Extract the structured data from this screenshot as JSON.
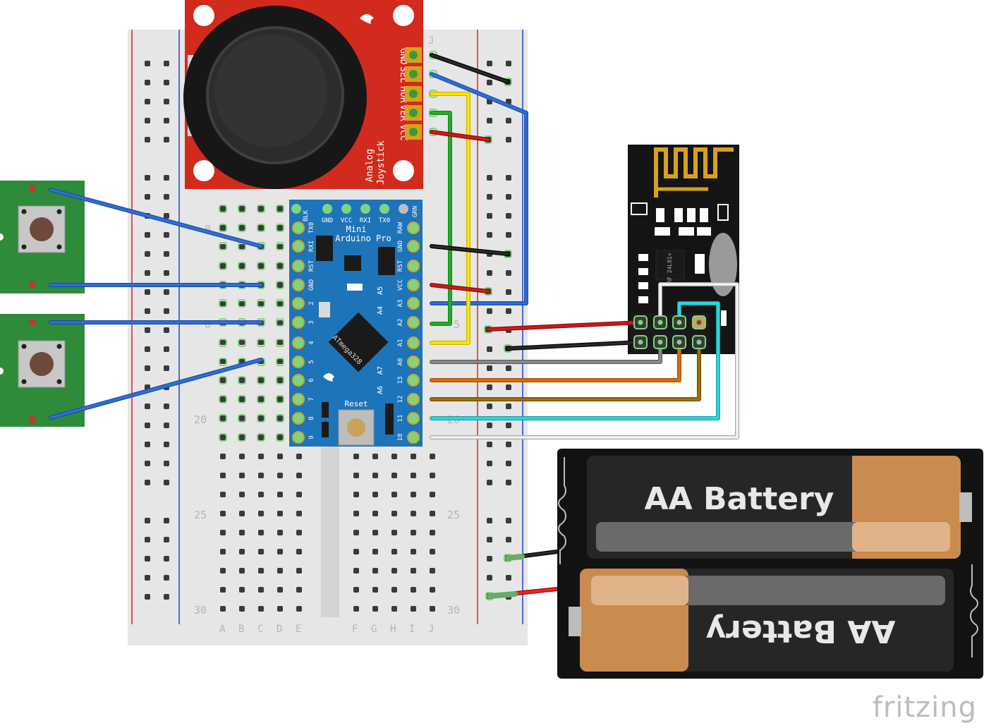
{
  "breadboard": {
    "row_labels": [
      "20",
      "25",
      "30"
    ],
    "row_labels_right": [
      "20",
      "25",
      "30"
    ],
    "row_label_partial": [
      "0",
      "0",
      "5"
    ],
    "column_labels": [
      "A",
      "B",
      "C",
      "D",
      "E",
      "F",
      "G",
      "H",
      "I",
      "J"
    ],
    "top_column_label": "J"
  },
  "joystick": {
    "pins": [
      "GND",
      "SEL",
      "HOR",
      "VER",
      "VCC"
    ],
    "name_line1": "Analog",
    "name_line2": "Joystick"
  },
  "arduino": {
    "name_line1": "Mini",
    "name_line2": "Arduino Pro",
    "top_pins": [
      "BLK",
      "GND",
      "VCC",
      "RXI",
      "TX0",
      "GRN"
    ],
    "left_pins": [
      "TX0",
      "RXI",
      "RST",
      "GND",
      "2",
      "3",
      "4",
      "5",
      "6",
      "7",
      "8",
      "9"
    ],
    "right_pins": [
      "RAW",
      "GND",
      "RST",
      "VCC",
      "A3",
      "A2",
      "A1",
      "A0",
      "13",
      "12",
      "11",
      "10"
    ],
    "inner_labels": [
      "A5",
      "A4",
      "A7",
      "A6"
    ],
    "chip": "ATmega328",
    "reset": "Reset"
  },
  "radio": {
    "chip_text": "RF 24L01+"
  },
  "battery": {
    "label_top": "AA Battery",
    "label_bottom": "AA Battery"
  },
  "colors": {
    "wire_blue": "#2f6fd6",
    "wire_black": "#1c1c1c",
    "wire_red": "#cc1a1a",
    "wire_yellow": "#ffe600",
    "wire_green": "#22b02a",
    "wire_gray": "#8a8a8a",
    "wire_orange": "#e06d00",
    "wire_brown": "#a0720b",
    "wire_cyan": "#2ed8e0",
    "wire_white": "#eeeeee",
    "joystick_board": "#d32a1e",
    "arduino_board": "#1e74b8",
    "button_board": "#2e8b3a"
  },
  "watermark": "fritzing"
}
